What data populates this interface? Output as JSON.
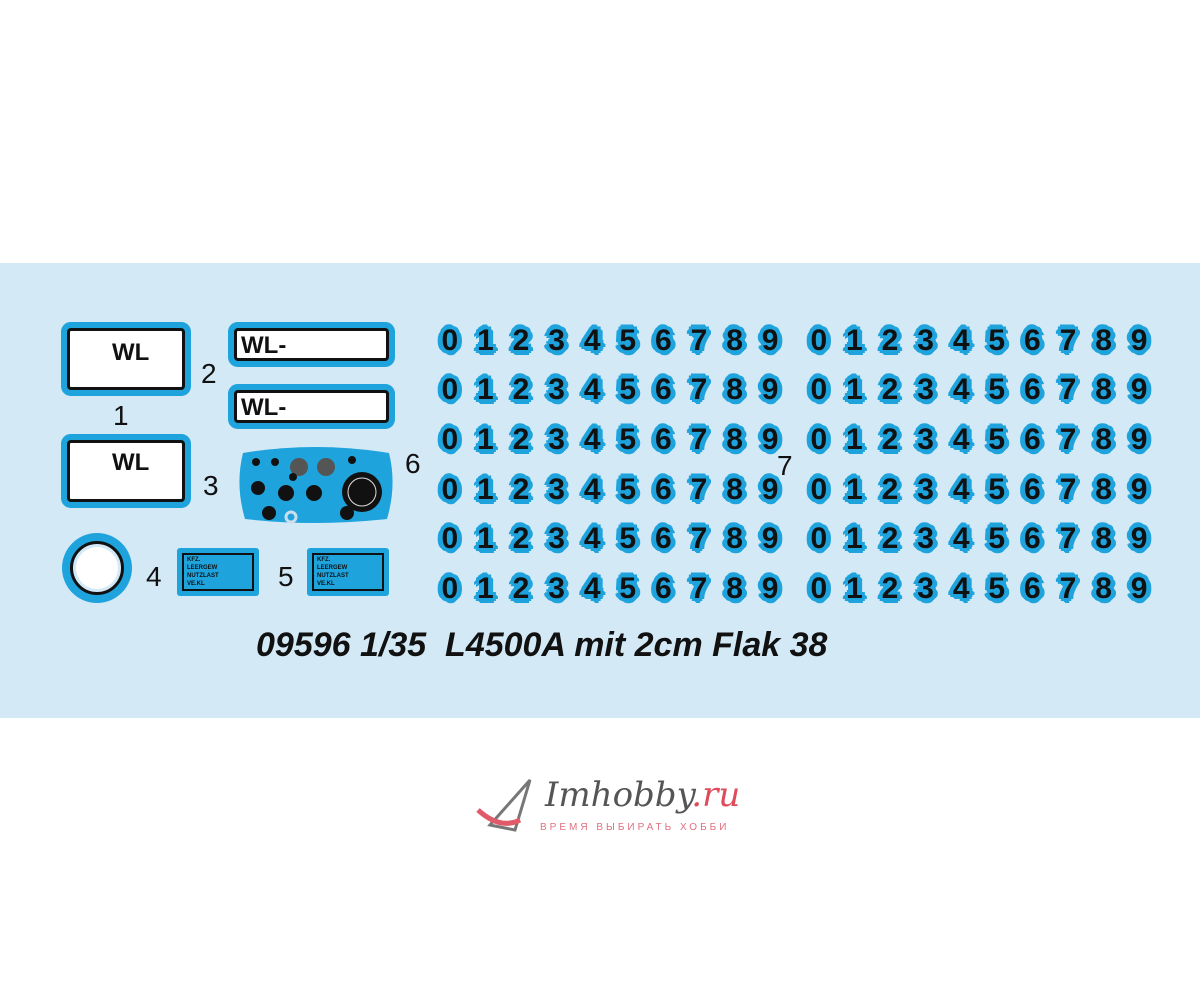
{
  "sheet": {
    "title": "09596 1/35  L4500A mit 2cm Flak 38",
    "accent_color": "#1ea3dd",
    "background_color": "#d3e9f6"
  },
  "decals": {
    "plate_1a": "WL",
    "plate_1b": "WL",
    "plate_2a": "WL-",
    "plate_2b": "WL-",
    "label_1": "1",
    "label_2": "2",
    "label_3": "3",
    "label_4": "4",
    "label_5": "5",
    "label_6": "6",
    "label_7": "7",
    "kfz_4": [
      "KFZ.",
      "LEERGEW",
      "NUTZLAST",
      "VE.KL"
    ],
    "kfz_5": [
      "KFZ.",
      "LEERGEW",
      "NUTZLAST",
      "VE.KL"
    ]
  },
  "digit_sets": {
    "set_6_rows": [
      "0123456789",
      "0123456789",
      "0123456789",
      "0123456789",
      "0123456789",
      "0123456789"
    ],
    "set_7_rows": [
      "0123456789",
      "0123456789",
      "0123456789",
      "0123456789",
      "0123456789",
      "0123456789"
    ]
  },
  "watermark": {
    "brand": "Imhobby",
    "brand_suffix": ".ru",
    "tagline": "ВРЕМЯ ВЫБИРАТЬ ХОББИ"
  }
}
